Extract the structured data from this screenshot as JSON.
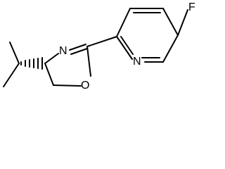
{
  "diagram": {
    "kind": "chemical-structure",
    "atoms": [
      {
        "id": "F1",
        "symbol": "F"
      },
      {
        "id": "N_oxazoline",
        "symbol": "N"
      },
      {
        "id": "N_pyridine",
        "symbol": "N"
      },
      {
        "id": "O_oxazoline",
        "symbol": "O"
      }
    ],
    "bond_color": "#000000"
  }
}
